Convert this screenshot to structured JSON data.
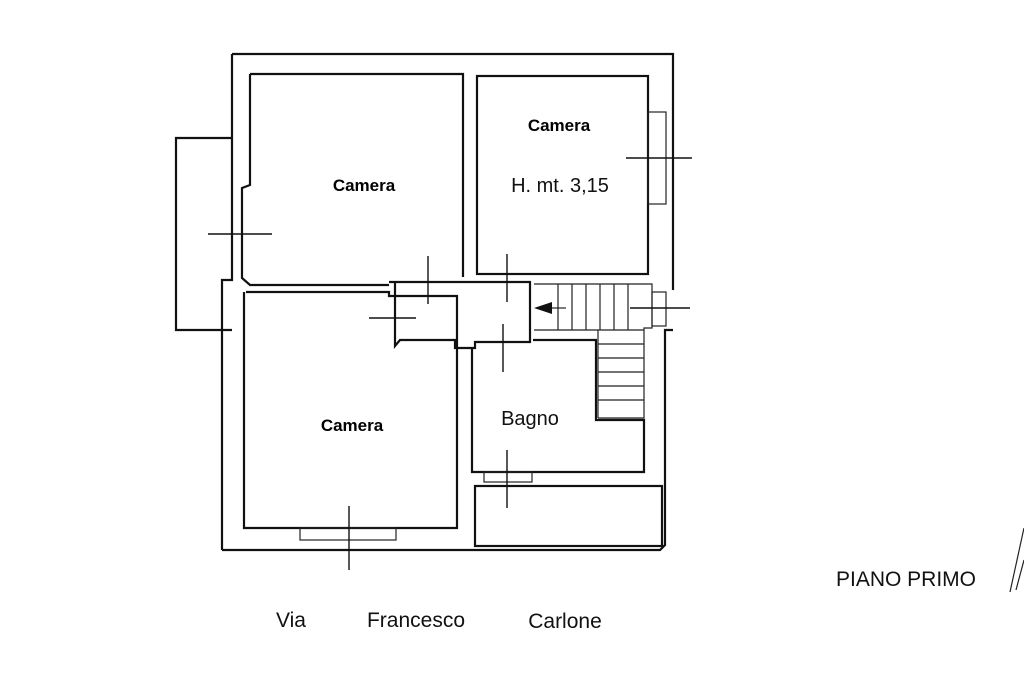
{
  "rooms": {
    "camera_top_left": "Camera",
    "camera_top_right": "Camera",
    "height_note": "H. mt. 3,15",
    "camera_bottom_left": "Camera",
    "bathroom": "Bagno"
  },
  "floor_label": "PIANO PRIMO",
  "street": {
    "word1": "Via",
    "word2": "Francesco",
    "word3": "Carlone"
  }
}
